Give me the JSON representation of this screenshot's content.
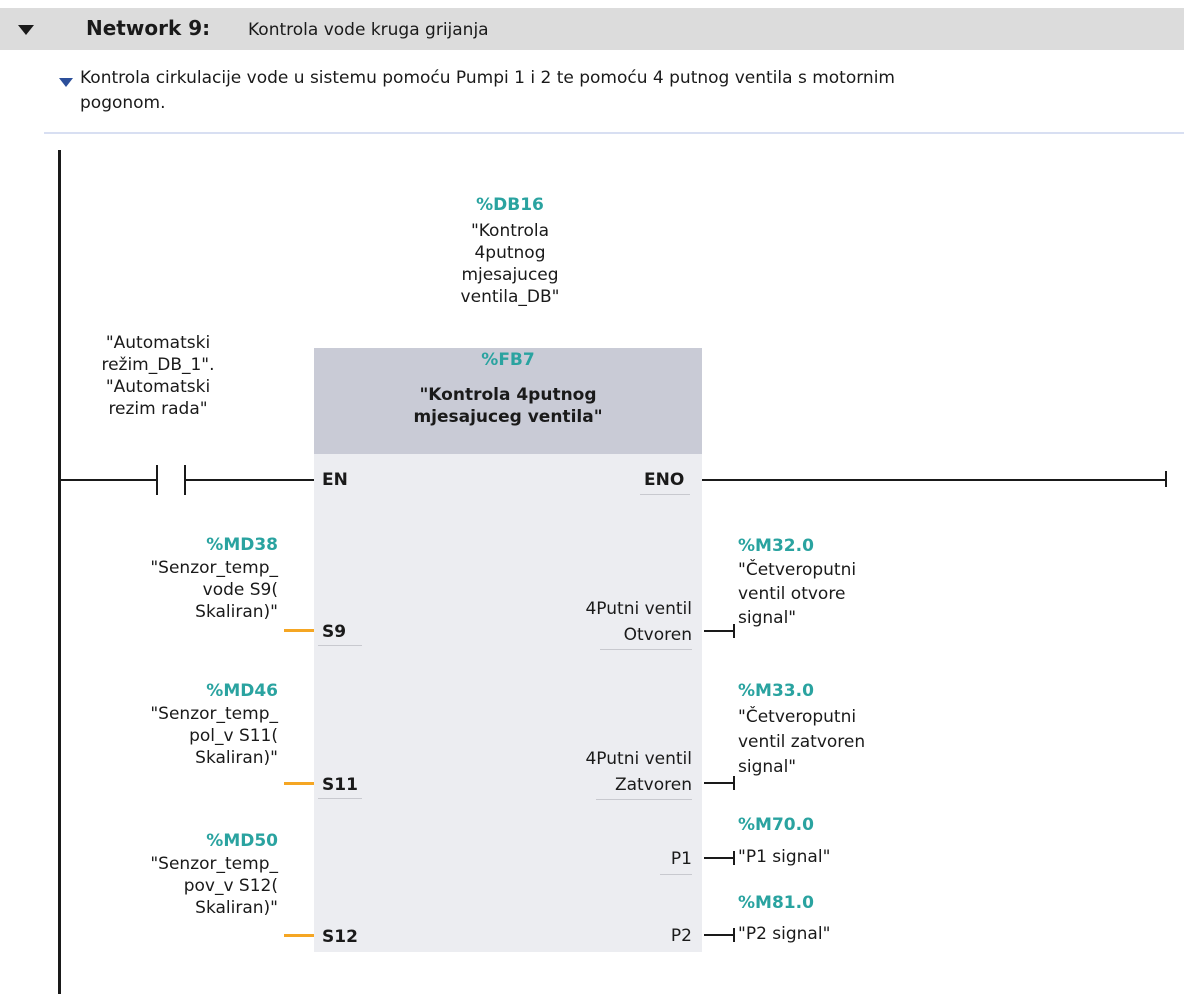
{
  "network": {
    "title": "Network 9:",
    "subtitle": "Kontrola vode kruga grijanja",
    "comment_line1": "Kontrola cirkulacije vode u sistemu pomoću Pumpi 1 i 2 te pomoću 4 putnog ventila s motornim",
    "comment_line2": "pogonom."
  },
  "instance_db": {
    "address": "%DB16",
    "name_lines": [
      "\"Kontrola",
      "4putnog",
      "mjesajuceg",
      "ventila_DB\""
    ]
  },
  "contact": {
    "name_lines": [
      "\"Automatski",
      "režim_DB_1\".",
      "\"Automatski",
      "rezim rada\""
    ]
  },
  "function_block": {
    "address": "%FB7",
    "name_lines": [
      "\"Kontrola 4putnog",
      "mjesajuceg ventila\""
    ]
  },
  "pins": {
    "en": "EN",
    "eno": "ENO",
    "s9": "S9",
    "s11": "S11",
    "s12": "S12",
    "out1_lines": [
      "4Putni ventil",
      "Otvoren"
    ],
    "out2_lines": [
      "4Putni ventil",
      "Zatvoren"
    ],
    "p1": "P1",
    "p2": "P2"
  },
  "inputs": [
    {
      "address": "%MD38",
      "lines": [
        "\"Senzor_temp_",
        "vode S9(",
        "Skaliran)\""
      ]
    },
    {
      "address": "%MD46",
      "lines": [
        "\"Senzor_temp_",
        "pol_v S11(",
        "Skaliran)\""
      ]
    },
    {
      "address": "%MD50",
      "lines": [
        "\"Senzor_temp_",
        "pov_v S12(",
        "Skaliran)\""
      ]
    }
  ],
  "outputs": [
    {
      "address": "%M32.0",
      "lines": [
        "\"Četveroputni",
        "ventil otvore",
        "signal\""
      ]
    },
    {
      "address": "%M33.0",
      "lines": [
        "\"Četveroputni",
        "ventil zatvoren",
        "signal\""
      ]
    },
    {
      "address": "%M70.0",
      "lines": [
        "\"P1 signal\""
      ]
    },
    {
      "address": "%M81.0",
      "lines": [
        "\"P2 signal\""
      ]
    }
  ],
  "colors": {
    "address_teal": "#2aa3a0",
    "fb_header": "#c9cbd6",
    "fb_body": "#ecedf1",
    "input_wire_orange": "#f5a623",
    "network_bar": "#dcdcdc"
  }
}
